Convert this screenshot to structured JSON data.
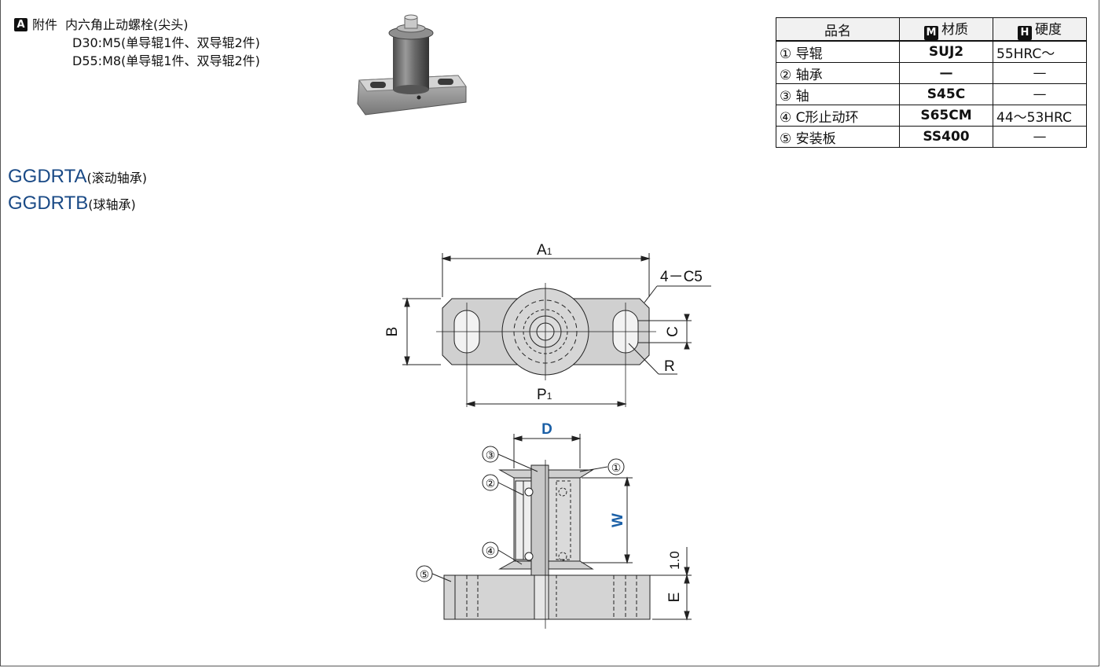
{
  "accessory": {
    "badge": "A",
    "label": "附件",
    "title": "内六角止动螺栓(尖头)",
    "lines": [
      "D30:M5(单导辊1件、双导辊2件)",
      "D55:M8(单导辊1件、双导辊2件)"
    ]
  },
  "products": [
    {
      "code": "GGDRTA",
      "desc": "(滚动轴承)"
    },
    {
      "code": "GGDRTB",
      "desc": "(球轴承)"
    }
  ],
  "material_table": {
    "headers": {
      "name": "品名",
      "material_badge": "M",
      "material": "材质",
      "hardness_badge": "H",
      "hardness": "硬度"
    },
    "rows": [
      {
        "name": "① 导辊",
        "material": "SUJ2",
        "hardness": "55HRC～"
      },
      {
        "name": "② 轴承",
        "material": "—",
        "hardness": "—"
      },
      {
        "name": "③ 轴",
        "material": "S45C",
        "hardness": "—"
      },
      {
        "name": "④ C形止动环",
        "material": "S65CM",
        "hardness": "44～53HRC"
      },
      {
        "name": "⑤ 安装板",
        "material": "SS400",
        "hardness": "—"
      }
    ]
  },
  "drawing": {
    "labels": {
      "a1": "A",
      "a1_sub": "1",
      "chamfer": "4－C5",
      "b": "B",
      "c": "C",
      "r": "R",
      "p1": "P",
      "p1_sub": "1",
      "d": "D",
      "w": "W",
      "e": "E",
      "gap": "1.0"
    },
    "callouts": [
      "①",
      "②",
      "③",
      "④",
      "⑤"
    ],
    "colors": {
      "line": "#222222",
      "dim_blue": "#1a5fa6",
      "part_fill": "#cfcfcf"
    }
  }
}
